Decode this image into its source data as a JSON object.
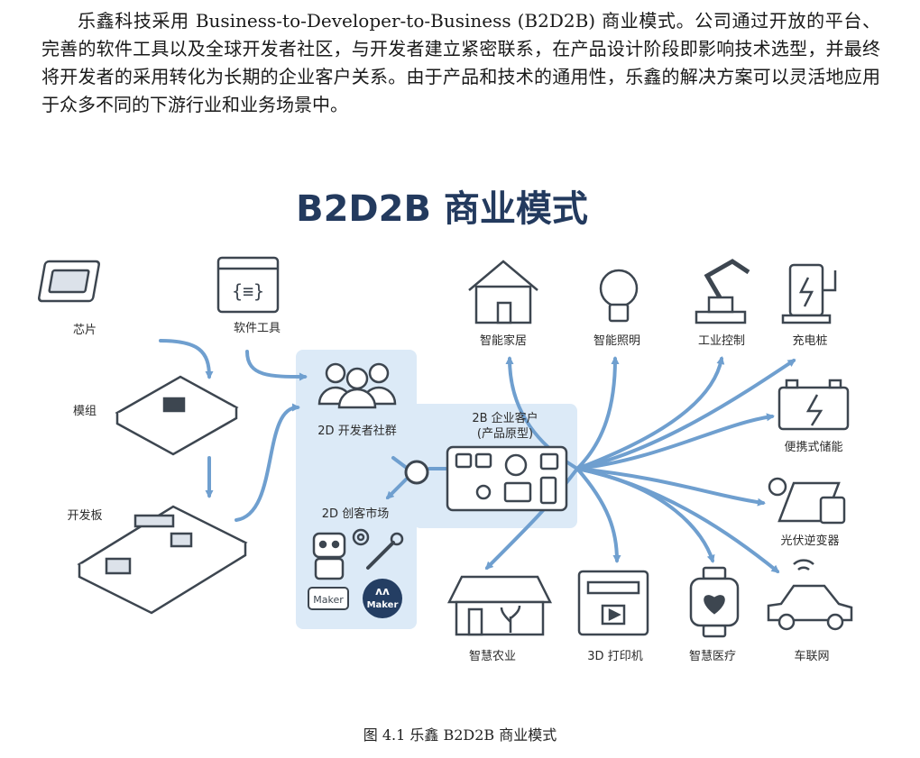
{
  "paragraph": "乐鑫科技采用 Business-to-Developer-to-Business (B2D2B) 商业模式。公司通过开放的平台、完善的软件工具以及全球开发者社区，与开发者建立紧密联系，在产品设计阶段即影响技术选型，并最终将开发者的采用转化为长期的企业客户关系。由于产品和技术的通用性，乐鑫的解决方案可以灵活地应用于众多不同的下游行业和业务场景中。",
  "figure": {
    "title": "B2D2B 商业模式",
    "inputs": {
      "chip": "芯片",
      "module": "模组",
      "devboard": "开发板",
      "software": "软件工具"
    },
    "community": "2D 开发者社群",
    "maker_market": "2D 创客市场",
    "maker_badge": "Maker",
    "enterprise": {
      "line1": "2B 企业客户",
      "line2": "(产品原型)"
    },
    "industries": {
      "smart_home": "智能家居",
      "smart_lighting": "智能照明",
      "industrial_control": "工业控制",
      "charging_pile": "充电桩",
      "portable_storage": "便携式储能",
      "pv_inverter": "光伏逆变器",
      "smart_agriculture": "智慧农业",
      "printer_3d": "3D 打印机",
      "smart_medical": "智慧医疗",
      "iov": "车联网"
    },
    "colors": {
      "title": "#233a5e",
      "arrow": "#6f9fcf",
      "panel": "#dceaf7",
      "icon": "#3d4650"
    }
  },
  "caption": "图  4.1  乐鑫 B2D2B 商业模式"
}
